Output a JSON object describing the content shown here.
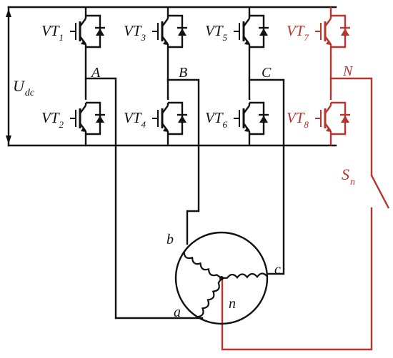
{
  "colors": {
    "black": "#111111",
    "red": "#b8342e"
  },
  "labels": {
    "supply": {
      "main": "U",
      "sub": "dc"
    },
    "phases": {
      "A": "A",
      "B": "B",
      "C": "C",
      "N": "N"
    },
    "switch": {
      "main": "S",
      "sub": "n"
    },
    "motor": {
      "a": "a",
      "b": "b",
      "c": "c",
      "n": "n"
    }
  },
  "transistors": [
    {
      "prefix": "VT",
      "index": "1"
    },
    {
      "prefix": "VT",
      "index": "3"
    },
    {
      "prefix": "VT",
      "index": "5"
    },
    {
      "prefix": "VT",
      "index": "7"
    },
    {
      "prefix": "VT",
      "index": "2"
    },
    {
      "prefix": "VT",
      "index": "4"
    },
    {
      "prefix": "VT",
      "index": "6"
    },
    {
      "prefix": "VT",
      "index": "8"
    }
  ]
}
